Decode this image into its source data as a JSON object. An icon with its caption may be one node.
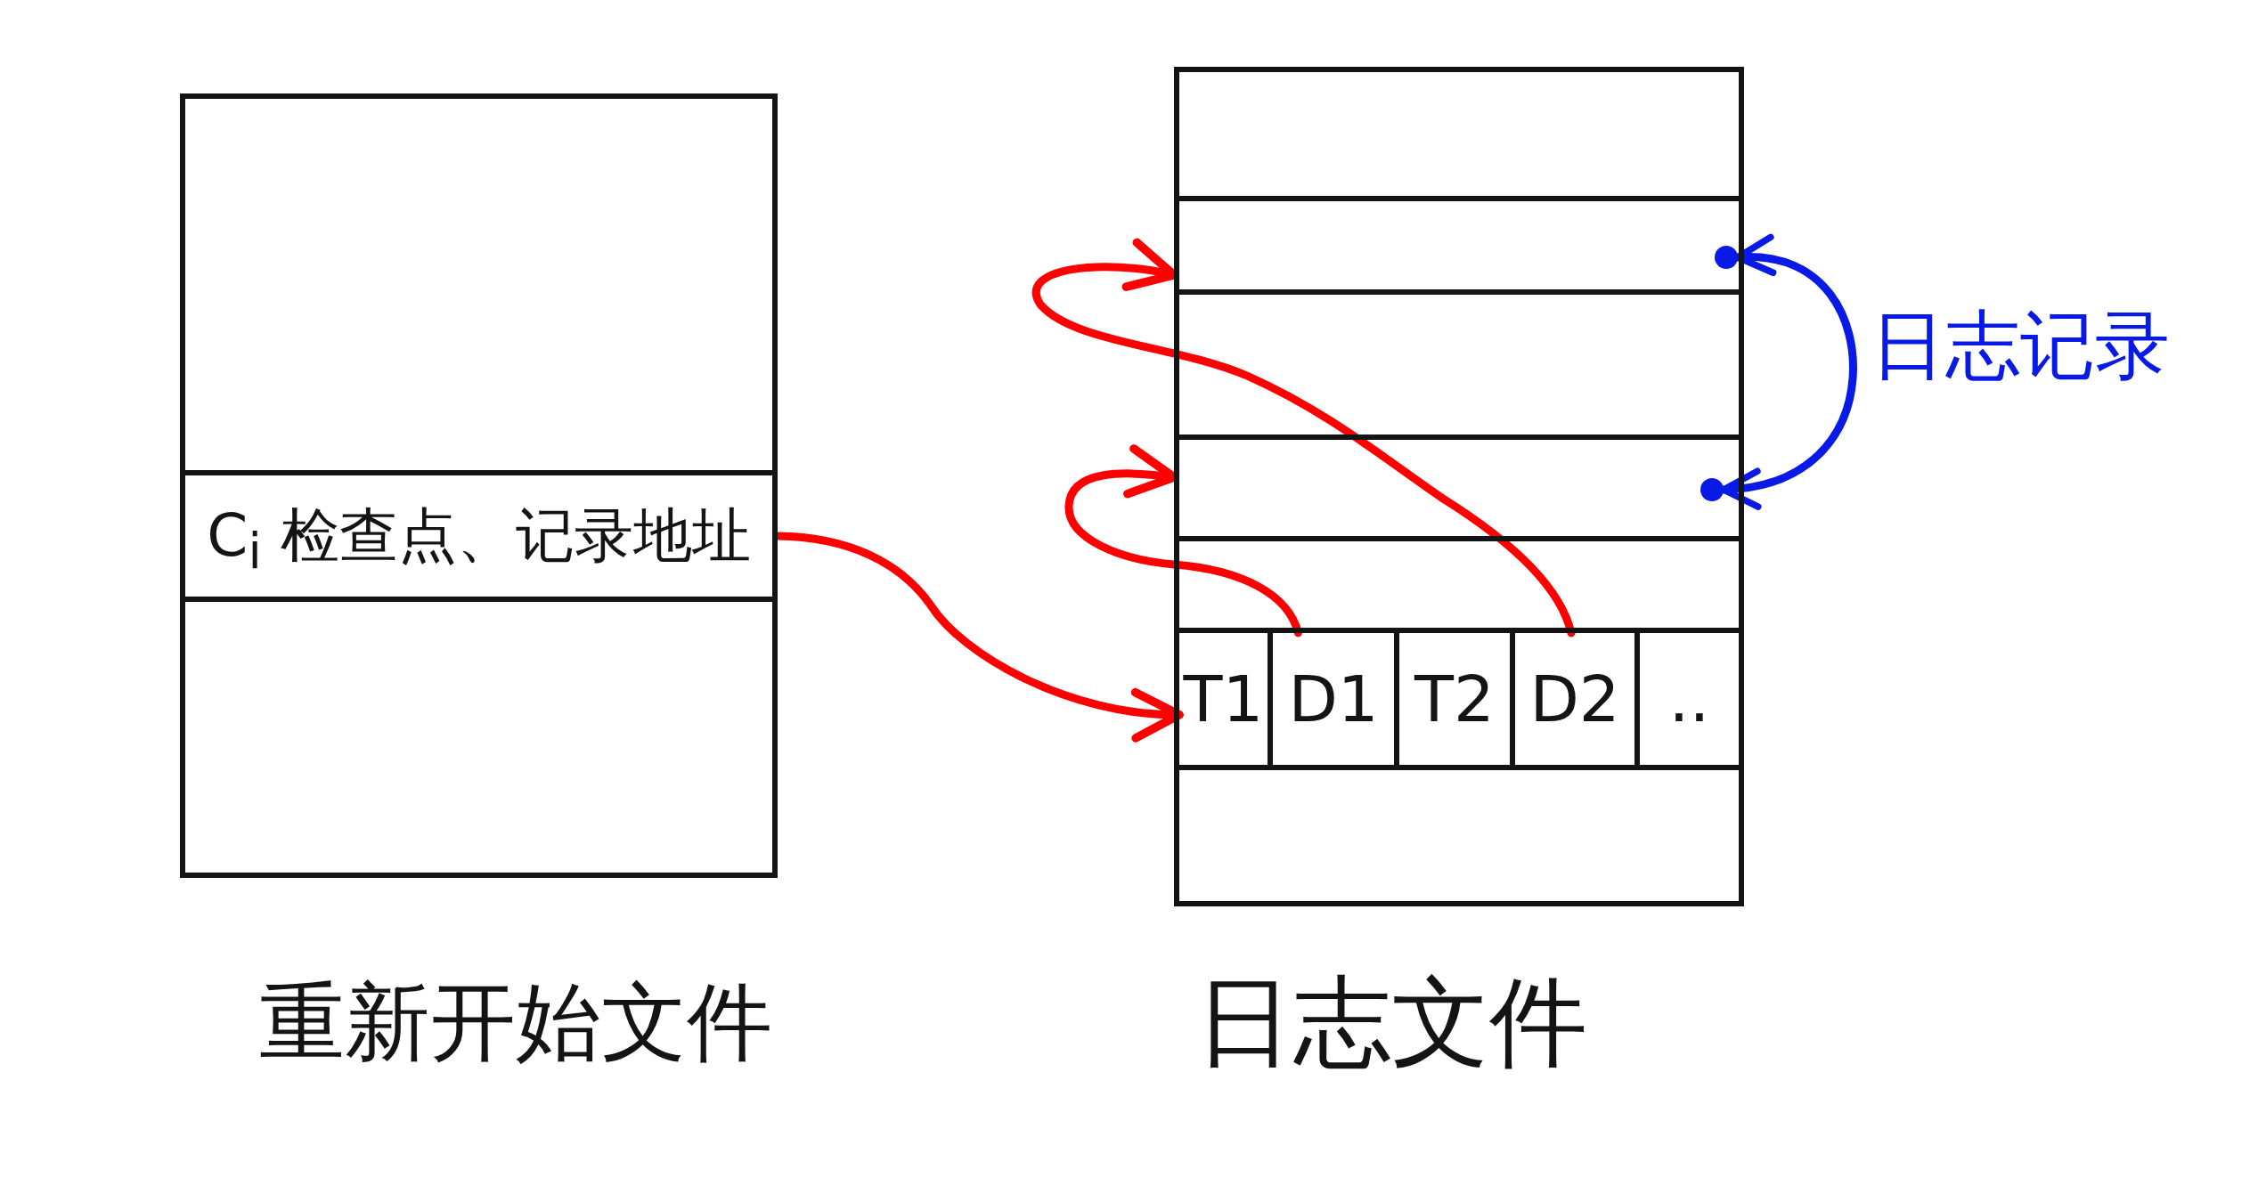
{
  "diagram": {
    "nodes": [
      {
        "text": [
          "重新开始文件"
        ]
      },
      {
        "text": [
          "C$_{i}$ 检查点、记录地址"
        ],
        "in": 0
      },
      {
        "text": [
          "日志文件"
        ]
      },
      {
        "text": [],
        "shape": "box",
        "in": 2
      },
      {
        "text": [],
        "shape": "circle",
        "in": 3
      },
      {
        "text": [],
        "shape": "box",
        "in": 2
      },
      {
        "text": [],
        "shape": "circle",
        "in": 5
      },
      {
        "text": [],
        "shape": "box",
        "in": 2
      },
      {
        "text": [
          "T1"
        ],
        "in": 7
      },
      {
        "text": [
          "D1"
        ],
        "in": 7
      },
      {
        "text": [
          "T2"
        ],
        "in": 7
      },
      {
        "text": [
          "D2"
        ],
        "in": 7
      },
      {
        "text": [
          ".."
        ],
        "in": 7
      }
    ],
    "edges": [
      {
        "from": 1,
        "to": 8,
        "arrow": "to"
      },
      {
        "from": 9,
        "to": 5,
        "arrow": "to"
      },
      {
        "from": 11,
        "to": 3,
        "arrow": "to"
      },
      {
        "from": 4,
        "to": 6,
        "arrow": "both",
        "color": "#0a1ae6",
        "label": "日志记录"
      }
    ]
  }
}
